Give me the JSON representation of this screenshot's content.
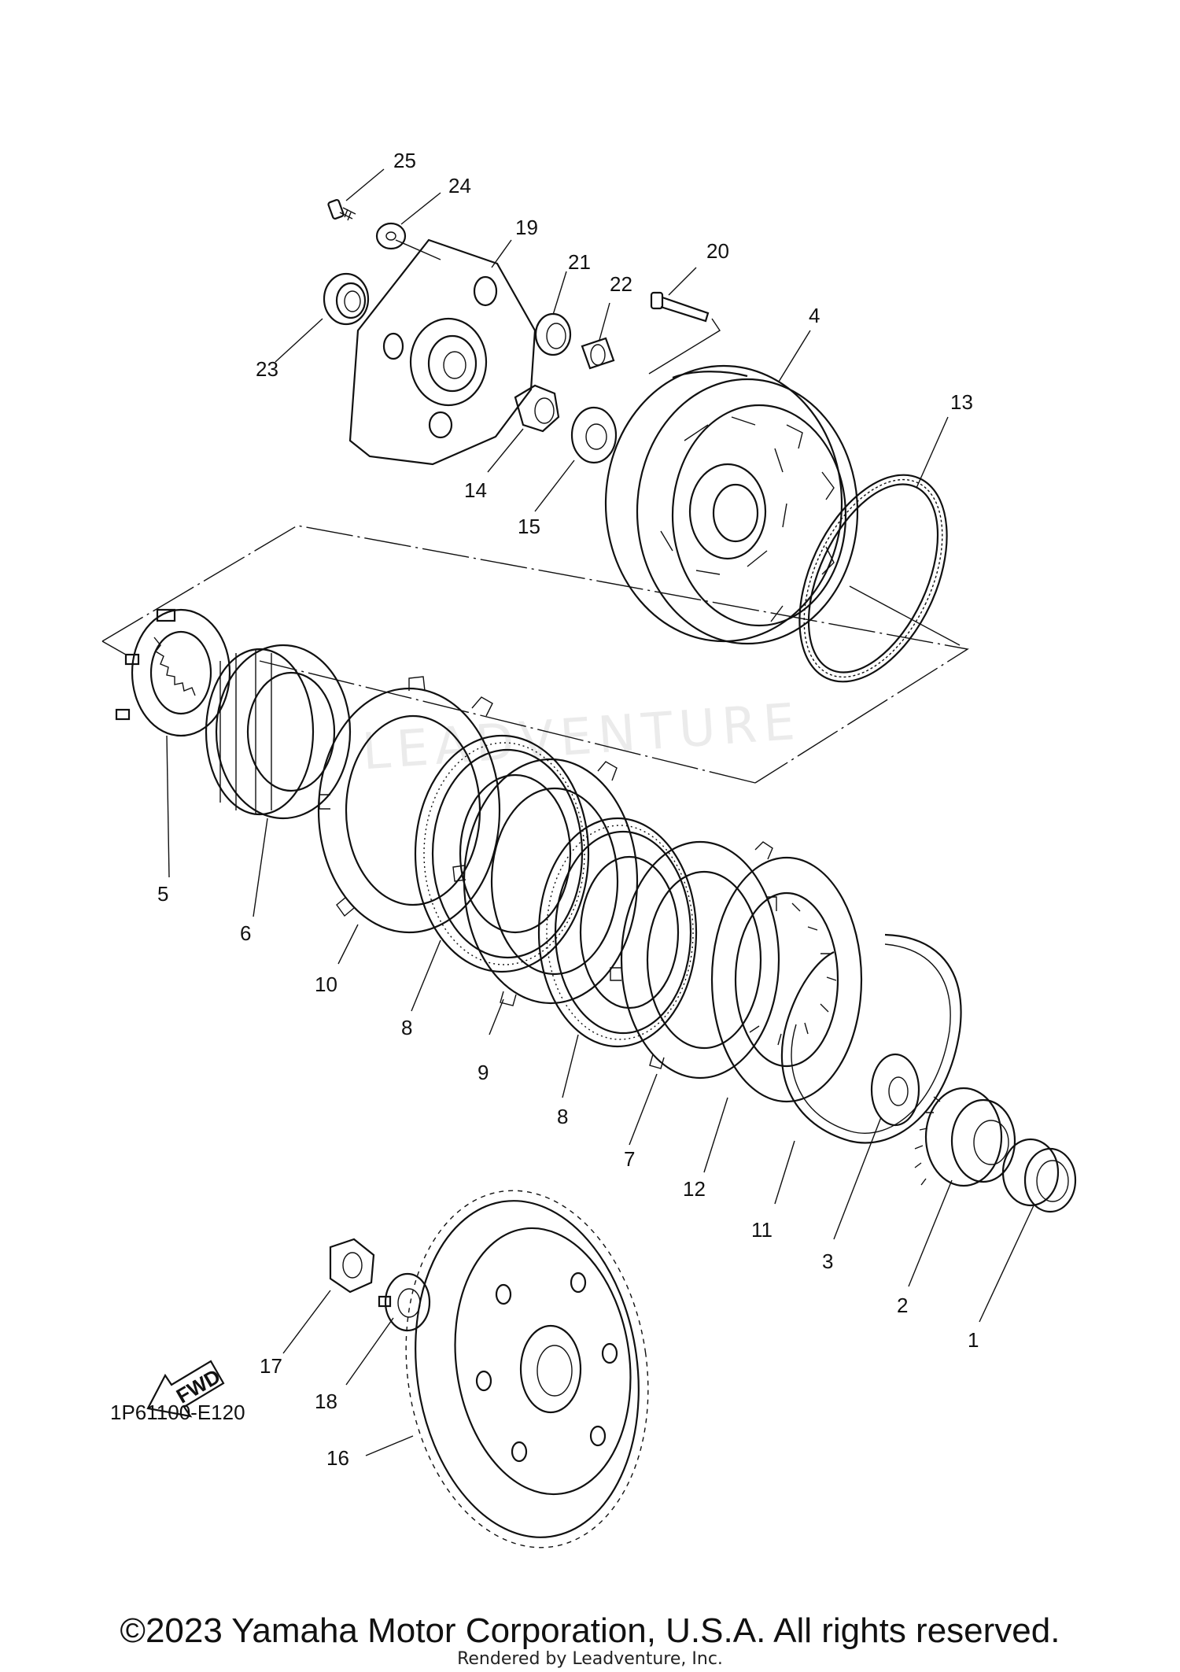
{
  "callouts": {
    "p1": "1",
    "p2": "2",
    "p3": "3",
    "p4": "4",
    "p5": "5",
    "p6": "6",
    "p7": "7",
    "p8a": "8",
    "p8b": "8",
    "p9": "9",
    "p10": "10",
    "p11": "11",
    "p12": "12",
    "p13": "13",
    "p14": "14",
    "p15": "15",
    "p16": "16",
    "p17": "17",
    "p18": "18",
    "p19": "19",
    "p20": "20",
    "p21": "21",
    "p22": "22",
    "p23": "23",
    "p24": "24",
    "p25": "25"
  },
  "fwd_label": "FWD",
  "diagram_code": "1P61100-E120",
  "copyright": "©2023 Yamaha Motor Corporation, U.S.A. All rights reserved.",
  "rendered_by": "Rendered by Leadventure, Inc.",
  "watermark": "LEADVENTURE"
}
